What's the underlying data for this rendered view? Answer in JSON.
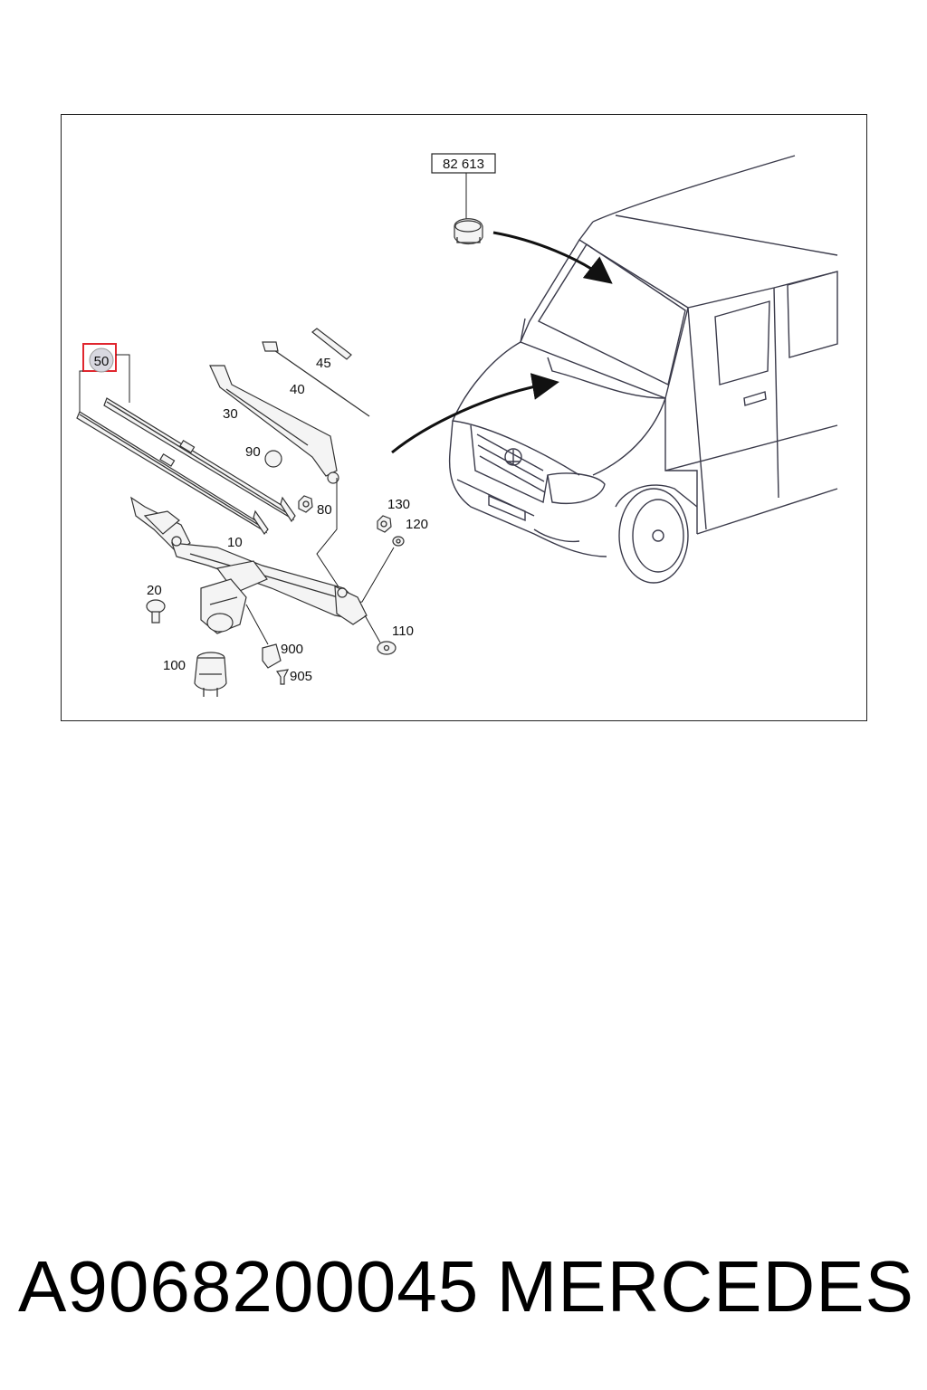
{
  "diagram": {
    "callouts": {
      "ref_box": "82 613",
      "highlighted": "50",
      "p45": "45",
      "p40": "40",
      "p30": "30",
      "p90": "90",
      "p80": "80",
      "p130": "130",
      "p120": "120",
      "p10": "10",
      "p20": "20",
      "p110": "110",
      "p900": "900",
      "p905": "905",
      "p100": "100"
    },
    "highlight_color": "#e0262e"
  },
  "caption": {
    "part_number": "A9068200045",
    "brand": "MERCEDES"
  }
}
